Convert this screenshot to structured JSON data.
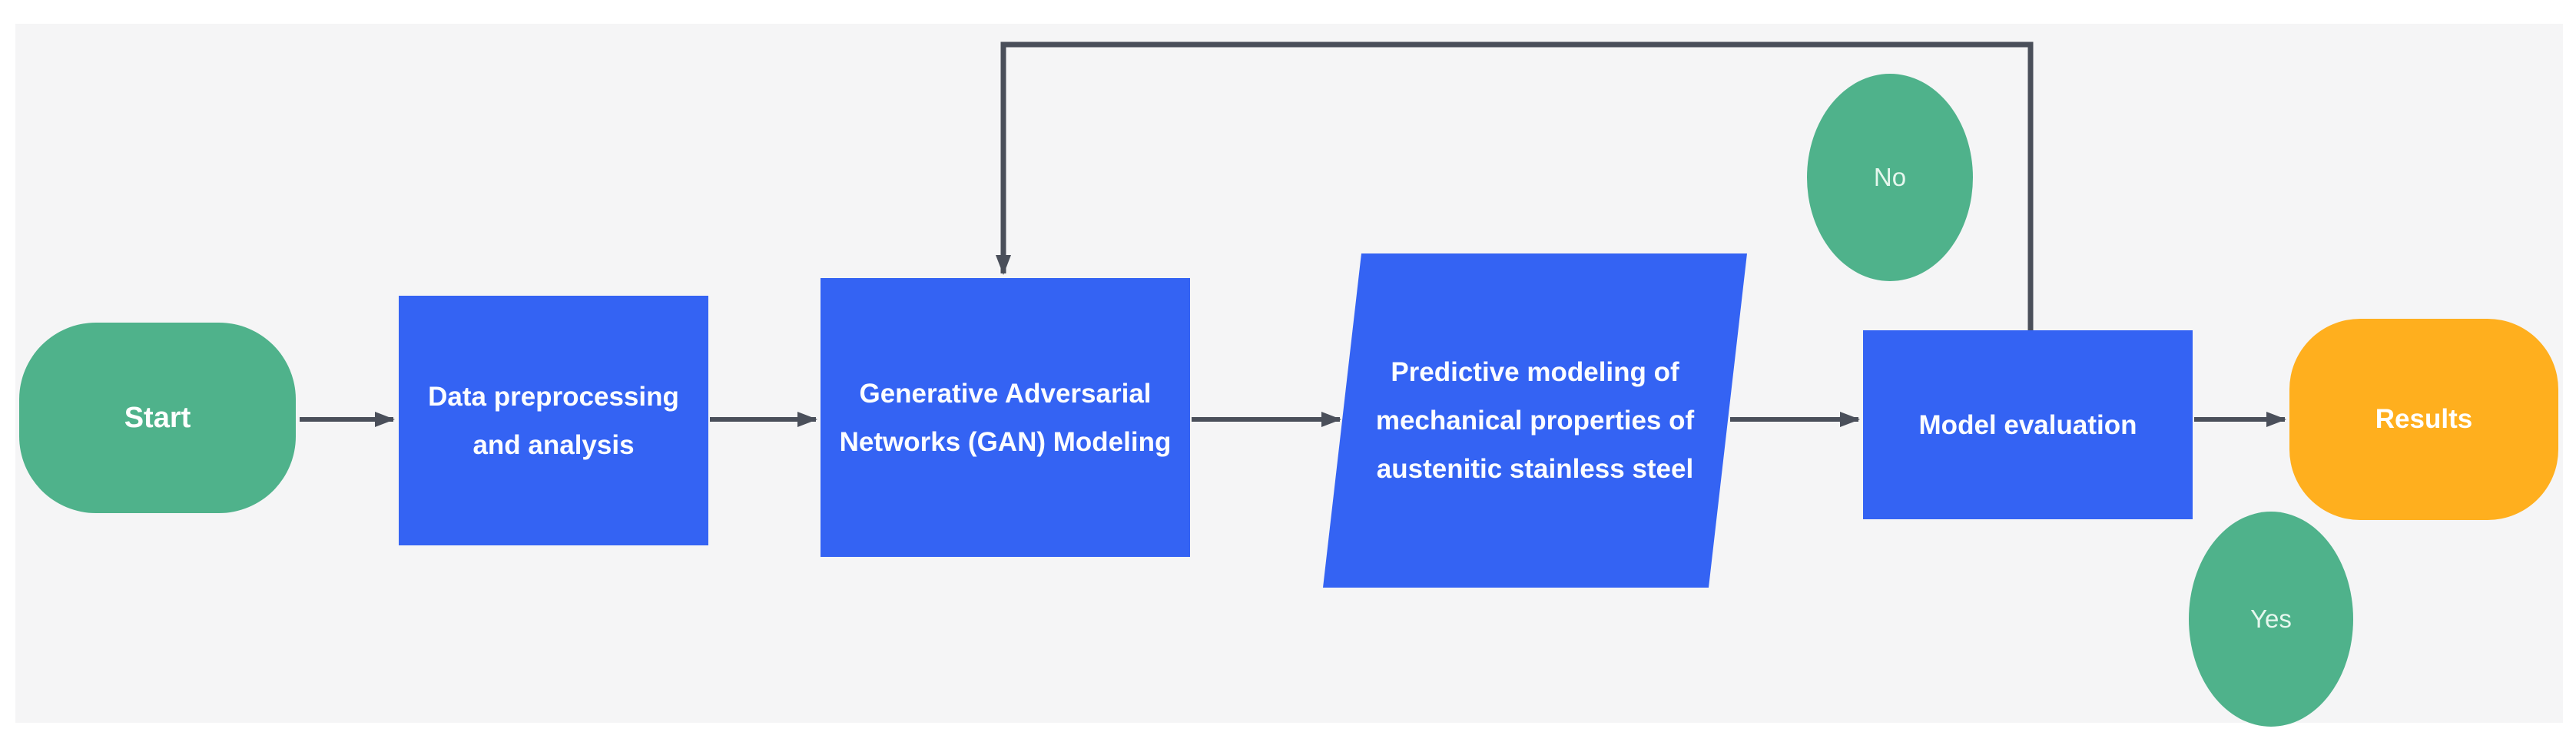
{
  "diagram": {
    "title": "GAN-based predictive modeling flowchart",
    "type": "flowchart",
    "colors": {
      "process_fill": "#3463f3",
      "start_fill": "#4fb28b",
      "end_fill": "#ffaf1e",
      "branch_label_fill": "#4fb28b",
      "connector": "#4a4f5a",
      "canvas_bg": "#f5f5f6"
    },
    "nodes": {
      "start": {
        "label": "Start",
        "shape": "stadium"
      },
      "preprocess": {
        "label": "Data preprocessing and analysis",
        "shape": "rectangle"
      },
      "gan": {
        "label": "Generative Adversarial Networks (GAN) Modeling",
        "shape": "rectangle"
      },
      "predictive": {
        "label": "Predictive modeling of mechanical properties of austenitic stainless steel",
        "shape": "parallelogram"
      },
      "evaluation": {
        "label": "Model evaluation",
        "shape": "rectangle"
      },
      "results": {
        "label": "Results",
        "shape": "stadium"
      },
      "no": {
        "label": "No",
        "shape": "ellipse"
      },
      "yes": {
        "label": "Yes",
        "shape": "ellipse"
      }
    },
    "edges": [
      {
        "from": "start",
        "to": "preprocess",
        "label": ""
      },
      {
        "from": "preprocess",
        "to": "gan",
        "label": ""
      },
      {
        "from": "gan",
        "to": "predictive",
        "label": ""
      },
      {
        "from": "predictive",
        "to": "evaluation",
        "label": ""
      },
      {
        "from": "evaluation",
        "to": "results",
        "label": "Yes"
      },
      {
        "from": "evaluation",
        "to": "gan",
        "label": "No",
        "type": "feedback-loop"
      }
    ]
  }
}
